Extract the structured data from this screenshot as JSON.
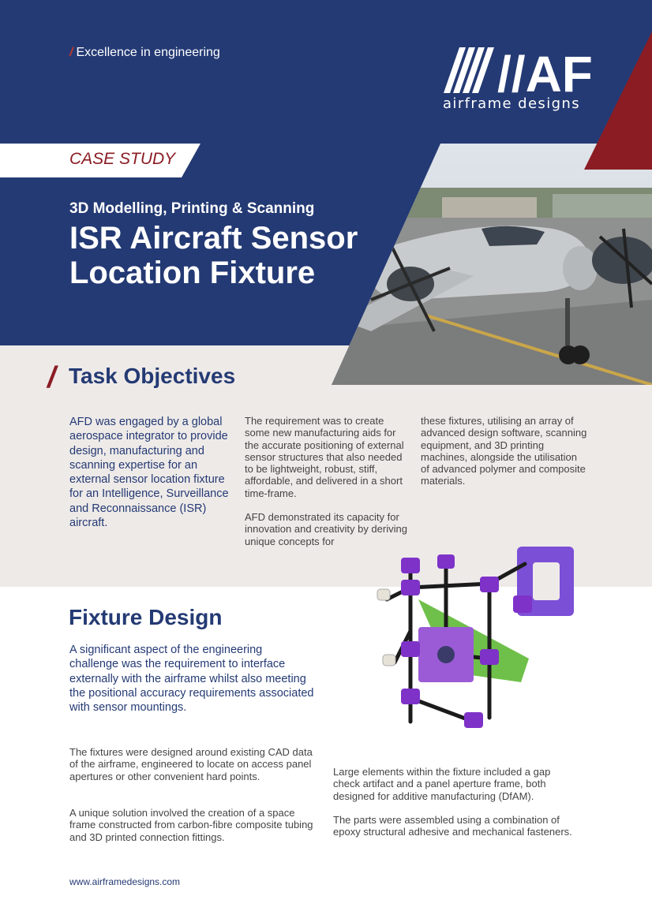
{
  "header": {
    "tagline": "Excellence in engineering",
    "logo_mark": "//AFD",
    "logo_subtitle": "airframe designs",
    "case_study_label": "CASE STUDY",
    "subtitle": "3D Modelling, Printing & Scanning",
    "title": "ISR Aircraft Sensor Location Fixture"
  },
  "task_objectives": {
    "heading": "Task Objectives",
    "lead": "AFD was engaged by a global aerospace integrator to provide design, manufacturing and scanning expertise for an external sensor location fixture for an Intelligence, Surveillance and Reconnaissance (ISR) aircraft.",
    "col2_p1": "The requirement was to create some new manufacturing  aids for the accurate positioning of external sensor structures that also needed to be lightweight, robust, stiff, affordable, and delivered in a short time-frame.",
    "col2_p2": "AFD demonstrated its capacity for innovation and creativity by deriving unique concepts for",
    "col3_p1": "these fixtures, utilising an array of advanced design software, scanning equipment, and 3D printing machines, alongside the utilisation of advanced polymer and composite materials."
  },
  "fixture_design": {
    "heading": "Fixture Design",
    "lead": "A significant aspect of the engineering challenge was the requirement to interface externally with the airframe whilst also meeting the positional accuracy requirements associated with sensor mountings.",
    "p1": "The fixtures were designed around existing CAD data of the airframe, engineered to locate on access panel apertures or other convenient hard points.",
    "p2": "A unique solution involved the creation of a space frame constructed from carbon-fibre composite tubing and 3D printed connection fittings.",
    "p3": "Large elements within the fixture included a gap check artifact and a panel aperture frame, both designed for additive manufacturing (DfAM).",
    "p4": "The parts were assembled using a combination of epoxy structural adhesive and mechanical fasteners."
  },
  "footer": {
    "url": "www.airframedesigns.com"
  },
  "colors": {
    "navy": "#243a74",
    "maroon": "#8b1c24",
    "beige": "#eeeae8"
  }
}
